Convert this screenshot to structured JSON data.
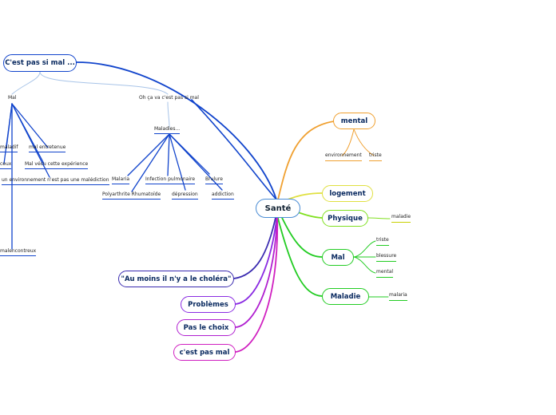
{
  "center": "Santé",
  "left_top": {
    "root": "C'est pas si mal ...",
    "mal": "Mal",
    "ohca": "Oh ça va c'est pas si mal",
    "maladies": "Maladies...",
    "mal_children": [
      "maladif",
      "mal entretenue",
      "ceux",
      "Mal  vécu cette expérience",
      "un environnement n'est pas une malédiction",
      "malencontreux"
    ],
    "maladies_children": [
      "Malaria",
      "Infection pulmonaire",
      "Brulure",
      "Polyarthrite Rhumatoïde",
      "dépression",
      "addiction"
    ]
  },
  "right": {
    "mental": "mental",
    "mental_children": [
      "environnement",
      "triste"
    ],
    "logement": "logement",
    "physique": "Physique",
    "physique_children": [
      "maladie"
    ],
    "mal": "Mal",
    "mal_children": [
      "triste",
      "blessure",
      "mental"
    ],
    "maladie": "Maladie",
    "maladie_children": [
      "malaria"
    ]
  },
  "left_bottom": [
    "\"Au moins il n'y a le choléra\"",
    "Problèmes",
    "Pas le choix",
    "c'est pas mal"
  ],
  "colors": {
    "blue": "#1144cc",
    "orange": "#f0a030",
    "yellow": "#e0e040",
    "lime": "#80e020",
    "green": "#22cc22",
    "purple": "#8a2be2",
    "magenta": "#d01fc0",
    "center_border": "#4a8cd4"
  }
}
